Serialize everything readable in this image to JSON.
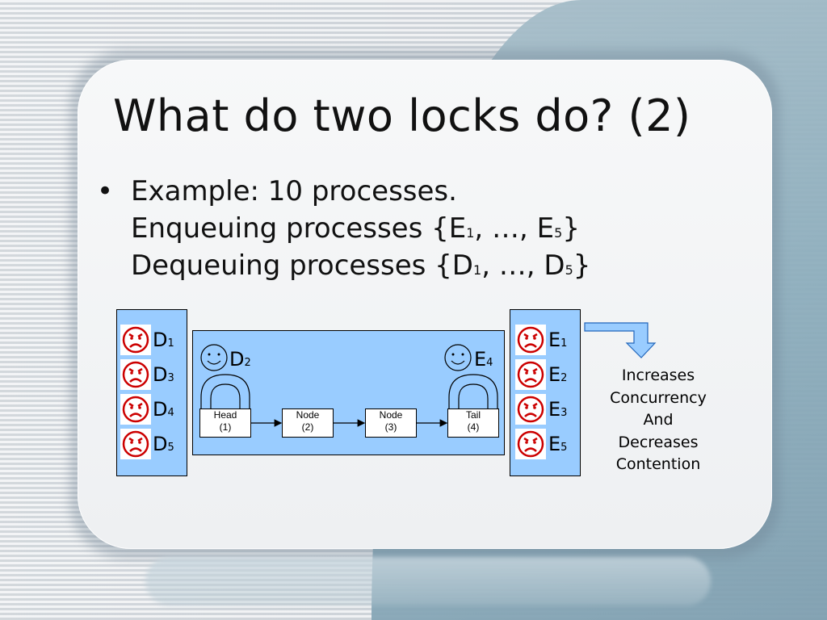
{
  "slide": {
    "title": "What do two locks do? (2)",
    "bullet": "•",
    "lines": [
      {
        "text": "Example: 10 processes."
      },
      {
        "prefix": "Enqueuing processes {E",
        "s1": "1",
        "mid": ", …, E",
        "s2": "5",
        "suffix": "}"
      },
      {
        "prefix": "Dequeuing processes {D",
        "s1": "1",
        "mid": ", …, D",
        "s2": "5",
        "suffix": "}"
      }
    ]
  },
  "diagram": {
    "colors": {
      "box_fill": "#99ccff",
      "face_red": "#cc0000"
    },
    "waiting_dequeuers": [
      {
        "letter": "D",
        "sub": "1"
      },
      {
        "letter": "D",
        "sub": "3"
      },
      {
        "letter": "D",
        "sub": "4"
      },
      {
        "letter": "D",
        "sub": "5"
      }
    ],
    "waiting_enqueuers": [
      {
        "letter": "E",
        "sub": "1"
      },
      {
        "letter": "E",
        "sub": "2"
      },
      {
        "letter": "E",
        "sub": "3"
      },
      {
        "letter": "E",
        "sub": "5"
      }
    ],
    "head_holder": {
      "letter": "D",
      "sub": "2"
    },
    "tail_holder": {
      "letter": "E",
      "sub": "4"
    },
    "nodes": [
      {
        "name": "Head",
        "num": "(1)"
      },
      {
        "name": "Node",
        "num": "(2)"
      },
      {
        "name": "Node",
        "num": "(3)"
      },
      {
        "name": "Tail",
        "num": "(4)"
      }
    ],
    "note_lines": [
      "Increases",
      "Concurrency",
      "And",
      "Decreases",
      "Contention"
    ]
  }
}
